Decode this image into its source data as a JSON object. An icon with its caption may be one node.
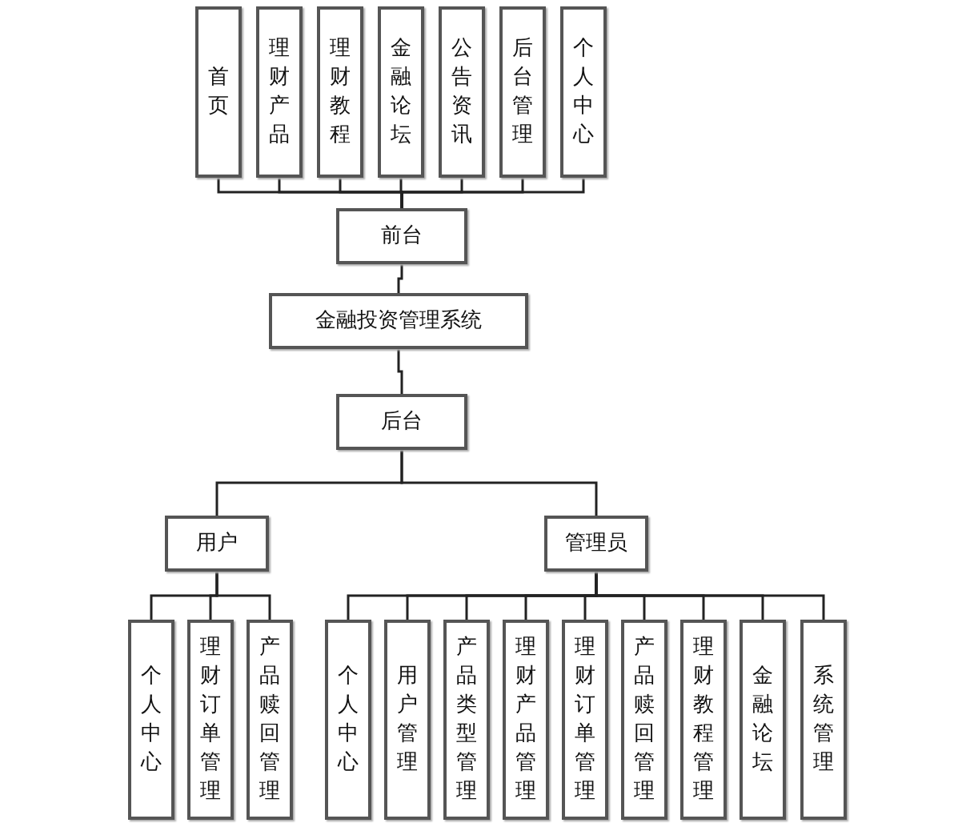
{
  "diagram": {
    "nodes": [
      {
        "text": [
          "首页"
        ]
      },
      {
        "text": [
          "理财产品"
        ]
      },
      {
        "text": [
          "理财教程"
        ]
      },
      {
        "text": [
          "金融论坛"
        ]
      },
      {
        "text": [
          "公告资讯"
        ]
      },
      {
        "text": [
          "后台管理"
        ]
      },
      {
        "text": [
          "个人中心"
        ]
      },
      {
        "text": [
          "前台"
        ]
      },
      {
        "text": [
          "金融投资管理系统"
        ]
      },
      {
        "text": [
          "后台"
        ]
      },
      {
        "text": [
          "用户"
        ]
      },
      {
        "text": [
          "管理员"
        ]
      },
      {
        "text": [
          "个人中心"
        ]
      },
      {
        "text": [
          "理财订单管理"
        ]
      },
      {
        "text": [
          "产品赎回管理"
        ]
      },
      {
        "text": [
          "个人中心"
        ]
      },
      {
        "text": [
          "用户管理"
        ]
      },
      {
        "text": [
          "产品类型管理"
        ]
      },
      {
        "text": [
          "理财产品管理"
        ]
      },
      {
        "text": [
          "理财订单管理"
        ]
      },
      {
        "text": [
          "产品赎回管理"
        ]
      },
      {
        "text": [
          "理财教程管理"
        ]
      },
      {
        "text": [
          "金融论坛"
        ]
      },
      {
        "text": [
          "系统管理"
        ]
      }
    ],
    "edges": [
      {
        "from": 7,
        "to": 0,
        "arrow": "none"
      },
      {
        "from": 7,
        "to": 1,
        "arrow": "none"
      },
      {
        "from": 7,
        "to": 2,
        "arrow": "none"
      },
      {
        "from": 7,
        "to": 3,
        "arrow": "none"
      },
      {
        "from": 7,
        "to": 4,
        "arrow": "none"
      },
      {
        "from": 7,
        "to": 5,
        "arrow": "none"
      },
      {
        "from": 7,
        "to": 6,
        "arrow": "none"
      },
      {
        "from": 7,
        "to": 8,
        "arrow": "none"
      },
      {
        "from": 8,
        "to": 9,
        "arrow": "none"
      },
      {
        "from": 9,
        "to": 10,
        "arrow": "none"
      },
      {
        "from": 9,
        "to": 11,
        "arrow": "none"
      },
      {
        "from": 10,
        "to": 12,
        "arrow": "none"
      },
      {
        "from": 10,
        "to": 13,
        "arrow": "none"
      },
      {
        "from": 10,
        "to": 14,
        "arrow": "none"
      },
      {
        "from": 11,
        "to": 15,
        "arrow": "none"
      },
      {
        "from": 11,
        "to": 16,
        "arrow": "none"
      },
      {
        "from": 11,
        "to": 17,
        "arrow": "none"
      },
      {
        "from": 11,
        "to": 18,
        "arrow": "none"
      },
      {
        "from": 11,
        "to": 19,
        "arrow": "none"
      },
      {
        "from": 11,
        "to": 20,
        "arrow": "none"
      },
      {
        "from": 11,
        "to": 21,
        "arrow": "none"
      },
      {
        "from": 11,
        "to": 22,
        "arrow": "none"
      },
      {
        "from": 11,
        "to": 23,
        "arrow": "none"
      }
    ]
  }
}
